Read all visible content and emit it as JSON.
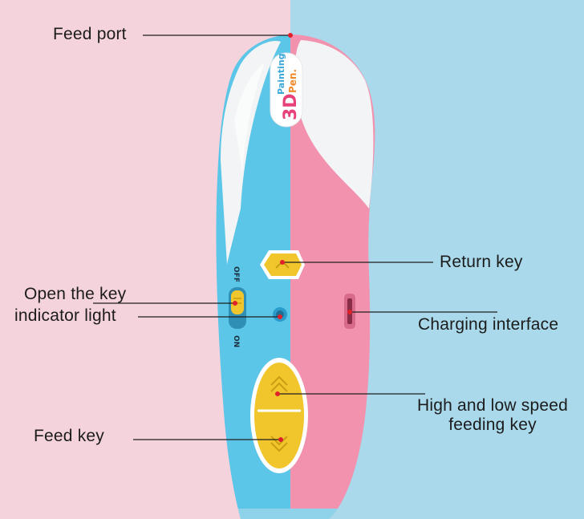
{
  "colors": {
    "bg_left": "#f4d3dc",
    "bg_right": "#a9d9ea",
    "pen_blue": "#5bc6e8",
    "pen_pink": "#f392ae",
    "pen_white": "#f2f4f5",
    "button_yellow": "#f1c62c",
    "marker_red": "#e0202a",
    "line": "#1f1f1f"
  },
  "brand": {
    "line1": "3D",
    "line2": "Painting",
    "line3": "Pen."
  },
  "switch": {
    "off": "OFF",
    "on": "ON"
  },
  "callouts": {
    "feed_port": "Feed port",
    "return_key": "Return key",
    "indicator_1": "Open the key",
    "indicator_2": "indicator light",
    "charging": "Charging interface",
    "speed_1": "High and low speed",
    "speed_2": "feeding key",
    "feed_key": "Feed key"
  }
}
